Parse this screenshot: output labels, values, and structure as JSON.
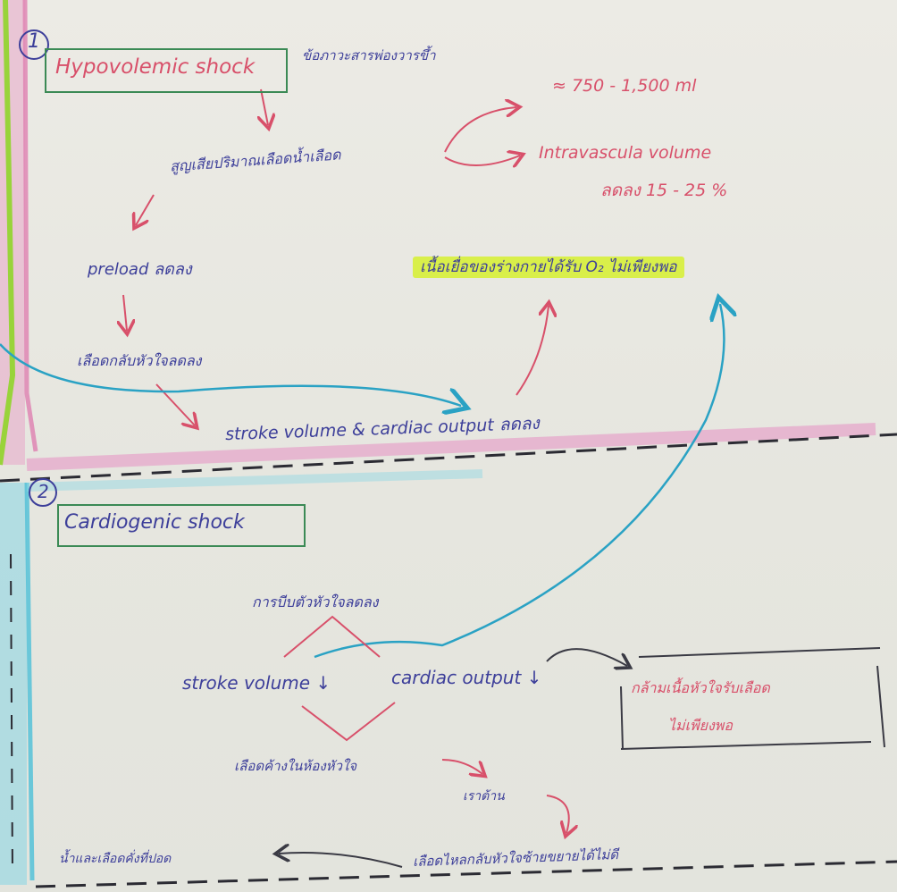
{
  "colors": {
    "pink_margin": "#e79fc4",
    "cyan_margin": "#7fd3e0",
    "green_box": "#3b8a55",
    "red_ink": "#d8506a",
    "blue_ink": "#3d3f9a",
    "teal_arrow": "#2aa2c4",
    "highlight": "#d9ef4a",
    "dash": "#2b2b33"
  },
  "section1": {
    "number": "1",
    "title": "Hypovolemic shock",
    "note": "ข้อภาวะสารพ่องวารขึ้า",
    "loss": "สูญเสียปริมาณเลือดน้ำเลือด",
    "amount": "≈ 750 - 1,500 ml",
    "intravascular": "Intravascula volume",
    "percent": "ลดลง 15 - 25 %",
    "preload": "preload ลดลง",
    "return": "เลือดกลับหัวใจลดลง",
    "sv_co": "stroke volume & cardiac output ลดลง",
    "highlight": "เนื้อเยื่อของร่างกายได้รับ O₂ ไม่เพียงพอ"
  },
  "section2": {
    "number": "2",
    "title": "Cardiogenic shock",
    "contraction": "การบีบตัวหัวใจลดลง",
    "sv": "stroke volume ↓",
    "co": "cardiac output ↓",
    "box_line1": "กล้ามเนื้อหัวใจรับเลือด",
    "box_line2": "ไม่เพียงพอ",
    "residual": "เลือดค้างในห้องหัวใจ",
    "backflow": "เราต้าน",
    "atrium": "เลือดไหลกลับหัวใจซ้ายขยายได้ไม่ดี",
    "lung": "น้ำและเลือดคั่งที่ปอด"
  }
}
